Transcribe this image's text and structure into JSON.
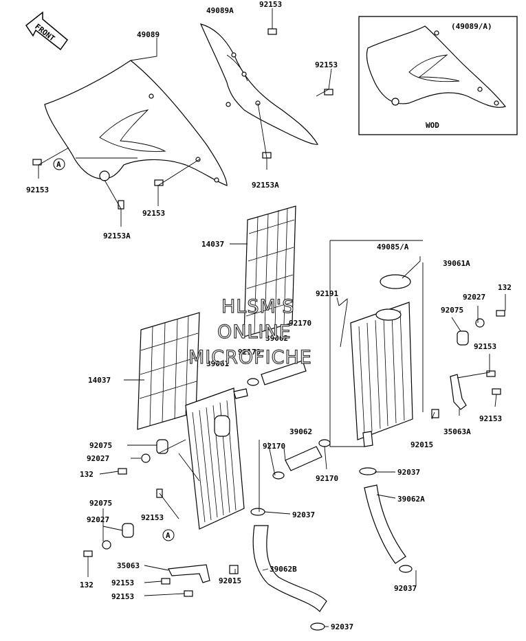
{
  "direction": "FRONT",
  "inset": {
    "ref": "(49089/A)",
    "variant": "WOD"
  },
  "reference_marker": "A",
  "watermark": [
    "HLSM'S",
    "ONLINE",
    "MICROFICHE"
  ],
  "labels": [
    "49089A",
    "92153",
    "49089",
    "92153",
    "92153",
    "92153A",
    "92153",
    "92153A",
    "14037",
    "49085/A",
    "39061A",
    "92191",
    "132",
    "92027",
    "92075",
    "92170",
    "39062",
    "92170",
    "92153",
    "14037",
    "39061",
    "35063A",
    "92153",
    "92015",
    "92075",
    "92027",
    "132",
    "39062",
    "92170",
    "92170",
    "92037",
    "92075",
    "92027",
    "92153",
    "39062A",
    "92037",
    "35063",
    "132",
    "92153",
    "92153",
    "92015",
    "39062B",
    "92037",
    "92037"
  ]
}
